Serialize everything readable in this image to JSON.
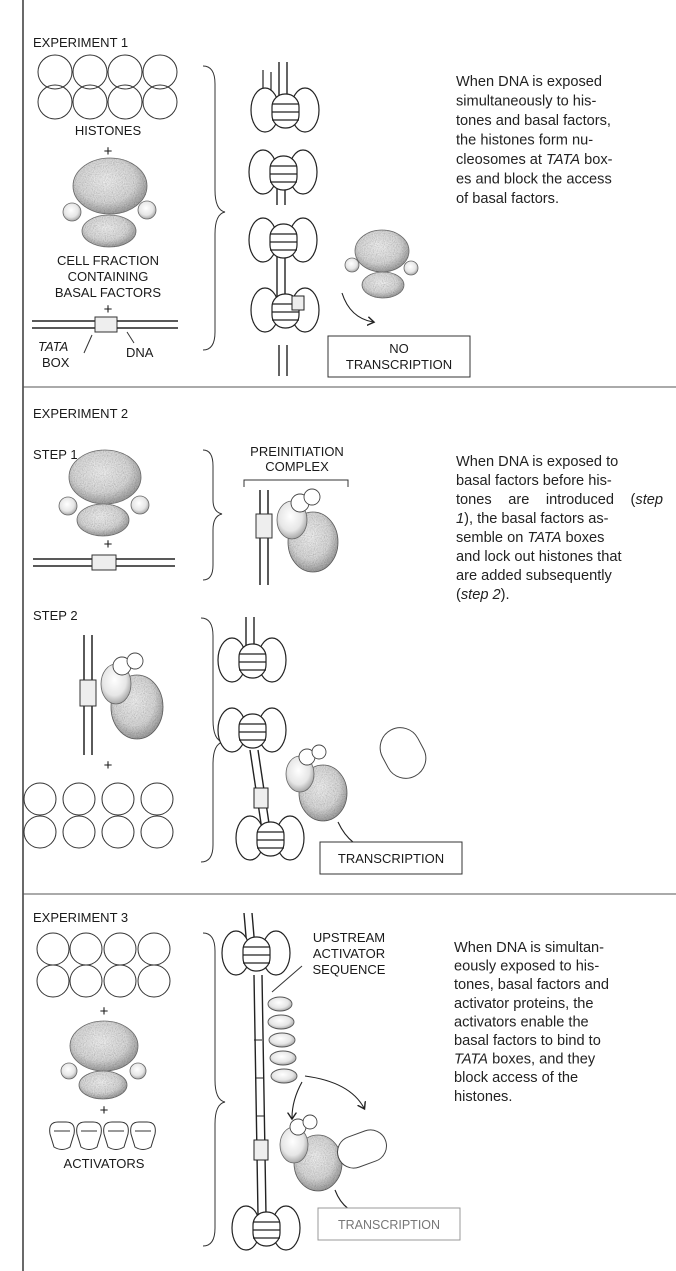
{
  "experiments": [
    {
      "title": "EXPERIMENT 1",
      "histones_label": "HISTONES",
      "plus": "+",
      "cell_fraction_label": [
        "CELL FRACTION",
        "CONTAINING",
        "BASAL FACTORS"
      ],
      "tata_label": "TATA",
      "box_label": "BOX",
      "dna_label": "DNA",
      "result": [
        "NO",
        "TRANSCRIPTION"
      ],
      "description": [
        [
          {
            "t": "When DNA is exposed"
          }
        ],
        [
          {
            "t": "simultaneously to his-"
          }
        ],
        [
          {
            "t": "tones and basal factors,"
          }
        ],
        [
          {
            "t": "the histones form nu-"
          }
        ],
        [
          {
            "t": "cleosomes at "
          },
          {
            "t": "TATA",
            "i": true
          },
          {
            "t": " box-"
          }
        ],
        [
          {
            "t": "es and block the access"
          }
        ],
        [
          {
            "t": "of basal factors."
          }
        ]
      ]
    },
    {
      "title": "EXPERIMENT 2",
      "step1_label": "STEP 1",
      "step2_label": "STEP 2",
      "preinitiation_label": [
        "PREINITIATION",
        "COMPLEX"
      ],
      "plus": "+",
      "result": "TRANSCRIPTION",
      "description": [
        [
          {
            "t": "When DNA is exposed to"
          }
        ],
        [
          {
            "t": "basal factors before his-"
          }
        ],
        [
          {
            "t": "tones are introduced ("
          },
          {
            "t": "step",
            "i": true
          }
        ],
        [
          {
            "t": "1",
            "i": true
          },
          {
            "t": "), the basal factors as-"
          }
        ],
        [
          {
            "t": "semble on "
          },
          {
            "t": "TATA",
            "i": true
          },
          {
            "t": " boxes"
          }
        ],
        [
          {
            "t": "and lock out histones that"
          }
        ],
        [
          {
            "t": "are added subsequently"
          }
        ],
        [
          {
            "t": "("
          },
          {
            "t": "step 2",
            "i": true
          },
          {
            "t": ")."
          }
        ]
      ]
    },
    {
      "title": "EXPERIMENT 3",
      "plus": "+",
      "activators_label": "ACTIVATORS",
      "upstream_label": [
        "UPSTREAM",
        "ACTIVATOR",
        "SEQUENCE"
      ],
      "result": "TRANSCRIPTION",
      "description": [
        [
          {
            "t": "When DNA is simultan-"
          }
        ],
        [
          {
            "t": "eously exposed to his-"
          }
        ],
        [
          {
            "t": "tones, basal factors and"
          }
        ],
        [
          {
            "t": "activator proteins, the"
          }
        ],
        [
          {
            "t": "activators enable the"
          }
        ],
        [
          {
            "t": "basal factors to bind to"
          }
        ],
        [
          {
            "t": "TATA",
            "i": true
          },
          {
            "t": " boxes, and they"
          }
        ],
        [
          {
            "t": "block access of the"
          }
        ],
        [
          {
            "t": "histones."
          }
        ]
      ]
    }
  ]
}
